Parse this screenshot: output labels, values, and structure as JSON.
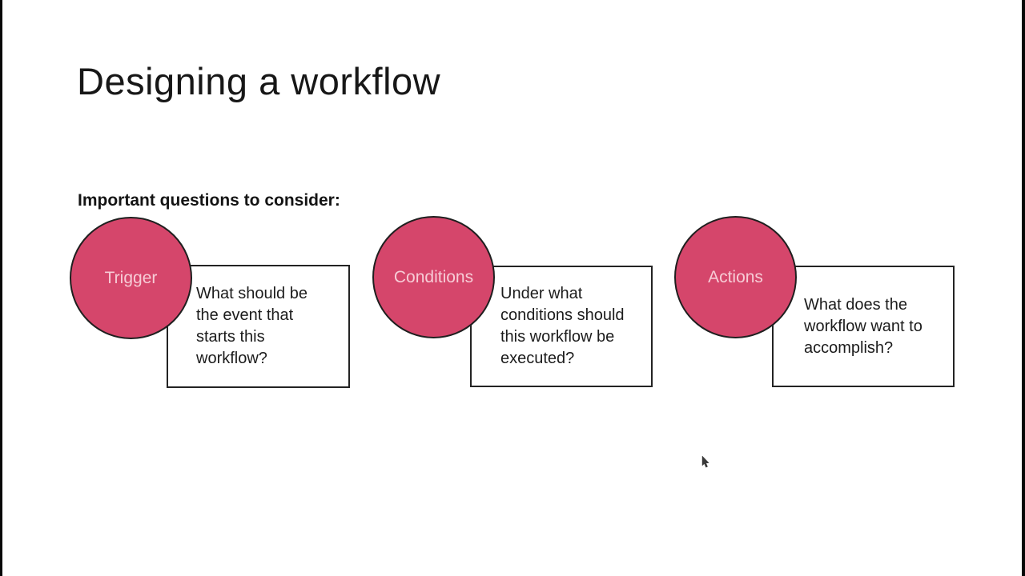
{
  "slide": {
    "title": "Designing a workflow",
    "subtitle": "Important questions to consider:",
    "items": [
      {
        "label": "Trigger",
        "question": "What should be the event that starts this workflow?"
      },
      {
        "label": "Conditions",
        "question": "Under what conditions should this workflow be executed?"
      },
      {
        "label": "Actions",
        "question": "What does the workflow want to accomplish?"
      }
    ],
    "colors": {
      "circle_fill": "#d5466b",
      "circle_label": "#f7ccd6",
      "shape_outline": "#1f1f1f",
      "body_text": "#1c1c1c",
      "pillarbox": "#070707"
    }
  }
}
